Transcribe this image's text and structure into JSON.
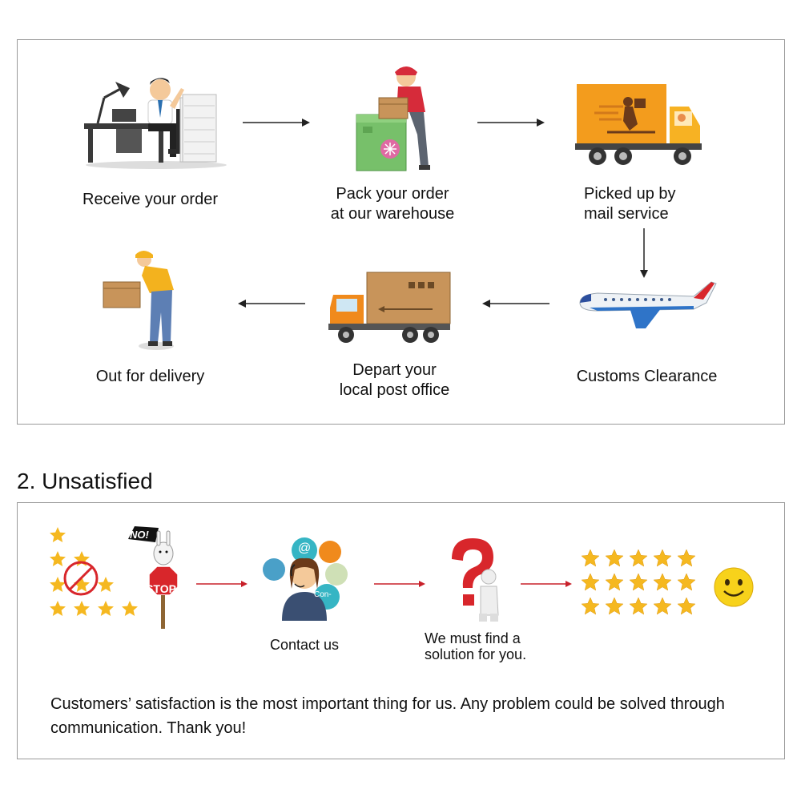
{
  "process": {
    "steps": [
      {
        "label": "Receive your order"
      },
      {
        "label": "Pack your order\nat our warehouse"
      },
      {
        "label": "Picked up by\nmail service"
      },
      {
        "label": "Customs Clearance"
      },
      {
        "label": "Depart your\nlocal post office"
      },
      {
        "label": "Out for delivery"
      }
    ]
  },
  "unsatisfied": {
    "title": "2. Unsatisfied",
    "stop_sign": "STOP",
    "no_bubble": "NO!",
    "contact_label": "Contact us",
    "contact_badge": "Con-",
    "contact_at": "@",
    "solution_label": "We must find a\nsolution for you.",
    "closing": "Customers’ satisfaction is the most important thing for us. Any problem could be solved through communication. Thank you!"
  },
  "colors": {
    "star": "#f5b820",
    "flow_arrow": "#222222",
    "red_arrow": "#c8202a",
    "truck_orange": "#f39c1d",
    "panel_border": "#9a9a9a"
  },
  "icons": [
    "office-worker-icon",
    "packing-worker-icon",
    "mail-truck-icon",
    "airplane-icon",
    "delivery-truck-icon",
    "courier-icon",
    "crossed-stars-icon",
    "stop-sign-icon",
    "support-agent-icon",
    "question-mark-icon",
    "five-star-rating-icon",
    "smiley-icon"
  ]
}
